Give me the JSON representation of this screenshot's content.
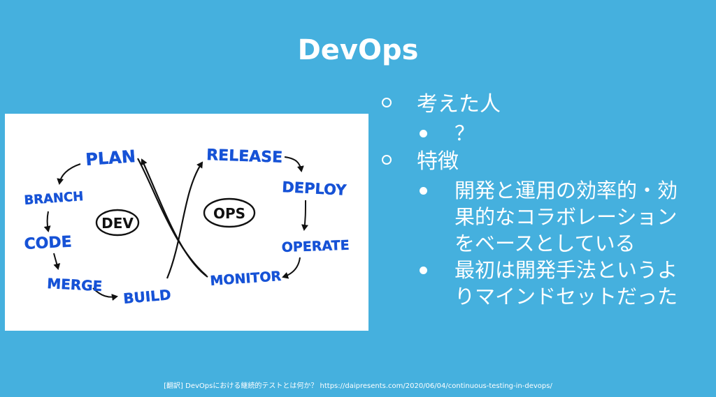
{
  "slide": {
    "title": "DevOps"
  },
  "diagram": {
    "stages_dev": [
      "PLAN",
      "BRANCH",
      "CODE",
      "MERGE",
      "BUILD"
    ],
    "stages_ops": [
      "RELEASE",
      "DEPLOY",
      "OPERATE",
      "MONITOR"
    ],
    "center_dev": "DEV",
    "center_ops": "OPS",
    "colors": {
      "ink": "#1652d6",
      "arrow": "#111111",
      "panel": "#ffffff"
    }
  },
  "bullets": [
    {
      "text": "考えた人",
      "children": [
        {
          "text": "？"
        }
      ]
    },
    {
      "text": "特徴",
      "children": [
        {
          "text": "開発と運用の効率的・効果的なコラボレーションをベースとしている"
        },
        {
          "text": "最初は開発手法というよりマインドセットだった"
        }
      ]
    }
  ],
  "footer": {
    "citation": "[翻訳] DevOpsにおける継続的テストとは何か？ https://daipresents.com/2020/06/04/continuous-testing-in-devops/"
  },
  "theme": {
    "background": "#45b0de",
    "text": "#ffffff"
  }
}
